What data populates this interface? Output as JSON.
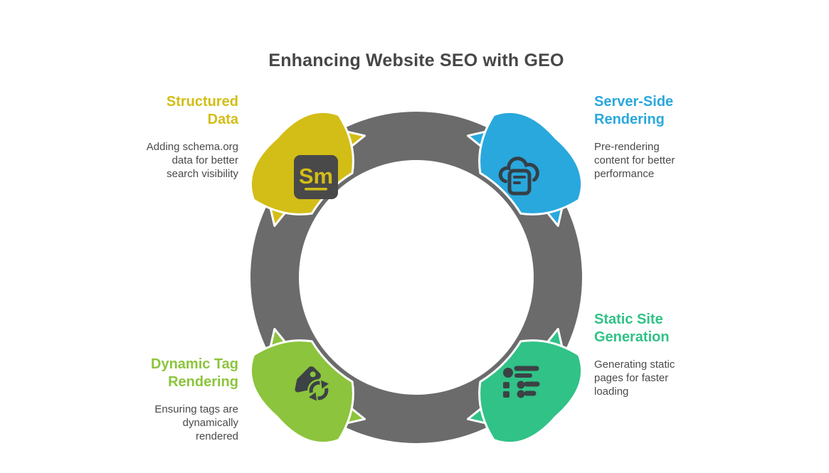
{
  "title": "Enhancing Website SEO with GEO",
  "diagram": {
    "ring_color": "#6b6b6b",
    "outline_color": "#ffffff",
    "icon_dark_color": "#3d4347",
    "segments": [
      {
        "id": "structured-data",
        "label": "Structured Data",
        "description": "Adding schema.org data for better search visibility",
        "color": "#d3bd17",
        "angle": 225,
        "position": "top-left",
        "icon": "schema-markup-icon",
        "icon_text": "Sm"
      },
      {
        "id": "server-side-rendering",
        "label": "Server-Side Rendering",
        "description": "Pre-rendering content for better performance",
        "color": "#29a8dd",
        "angle": 315,
        "position": "top-right",
        "icon": "cloud-document-icon"
      },
      {
        "id": "static-site-generation",
        "label": "Static Site Generation",
        "description": "Generating static pages for faster loading",
        "color": "#31c287",
        "angle": 45,
        "position": "bottom-right",
        "icon": "nested-list-icon"
      },
      {
        "id": "dynamic-tag-rendering",
        "label": "Dynamic Tag Rendering",
        "description": "Ensuring tags are dynamically rendered",
        "color": "#8cc43d",
        "angle": 135,
        "position": "bottom-left",
        "icon": "tag-refresh-icon"
      }
    ]
  }
}
